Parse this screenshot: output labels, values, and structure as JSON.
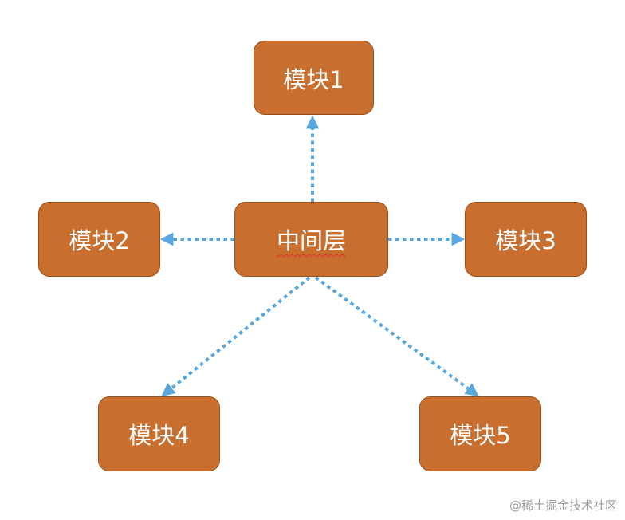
{
  "diagram": {
    "center": "中间层",
    "modules": {
      "m1": "模块1",
      "m2": "模块2",
      "m3": "模块3",
      "m4": "模块4",
      "m5": "模块5"
    },
    "colors": {
      "node_fill": "#c86e2f",
      "node_border": "#9a4f1d",
      "connector": "#5aa7dd",
      "label": "#ffffff"
    }
  },
  "watermark": "@稀土掘金技术社区"
}
